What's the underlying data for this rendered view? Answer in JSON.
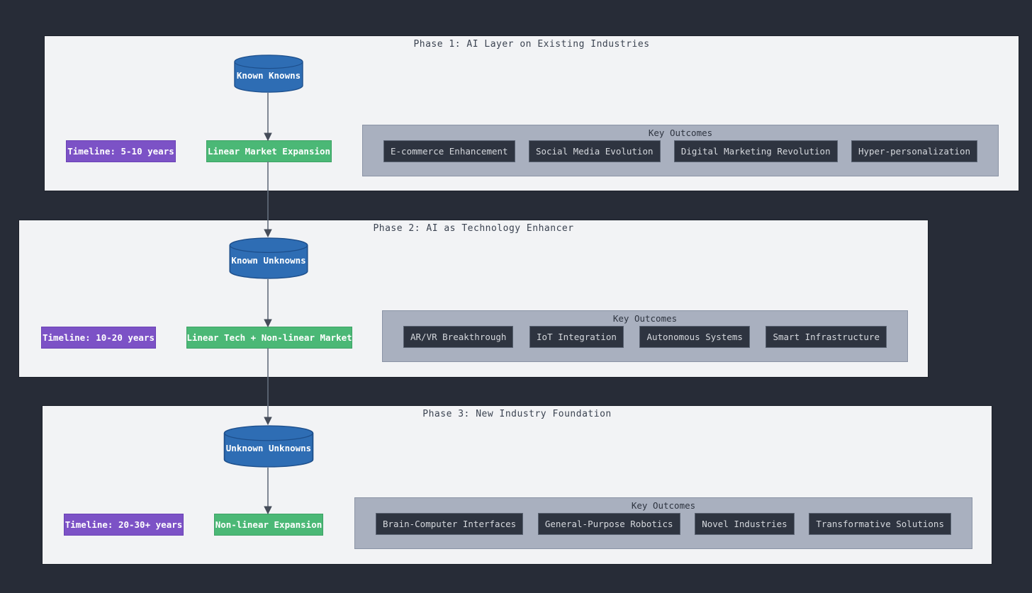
{
  "diagram": {
    "kind": "flowchart-top-down"
  },
  "colors": {
    "background": "#272c37",
    "panel_bg": "#f2f3f5",
    "title_text": "#3b4351",
    "cylinder_fill": "#2e6db4",
    "cylinder_border": "#1d4f8c",
    "timeline_fill": "#7c52c6",
    "timeline_border": "#6a41b5",
    "expansion_fill": "#4bb876",
    "expansion_border": "#3da265",
    "outcomes_bg": "#a9b0bf",
    "outcomes_border": "#8a93a5",
    "outcome_item_fill": "#2e3440",
    "outcome_item_border": "#5a6372",
    "outcome_item_text": "#d5d8dd",
    "arrow_line": "#646d7c",
    "arrow_head": "#454c59"
  },
  "phases": [
    {
      "title": "Phase 1: AI Layer on Existing Industries",
      "knowledge": "Known Knowns",
      "timeline": "Timeline: 5-10 years",
      "expansion": "Linear Market Expansion",
      "outcomes_label": "Key Outcomes",
      "outcomes": [
        "E-commerce Enhancement",
        "Social Media Evolution",
        "Digital Marketing Revolution",
        "Hyper-personalization"
      ]
    },
    {
      "title": "Phase 2: AI as Technology Enhancer",
      "knowledge": "Known Unknowns",
      "timeline": "Timeline: 10-20 years",
      "expansion": "Linear Tech + Non-linear Market",
      "outcomes_label": "Key Outcomes",
      "outcomes": [
        "AR/VR Breakthrough",
        "IoT Integration",
        "Autonomous Systems",
        "Smart Infrastructure"
      ]
    },
    {
      "title": "Phase 3: New Industry Foundation",
      "knowledge": "Unknown Unknowns",
      "timeline": "Timeline: 20-30+ years",
      "expansion": "Non-linear Expansion",
      "outcomes_label": "Key Outcomes",
      "outcomes": [
        "Brain-Computer Interfaces",
        "General-Purpose Robotics",
        "Novel Industries",
        "Transformative Solutions"
      ]
    }
  ]
}
